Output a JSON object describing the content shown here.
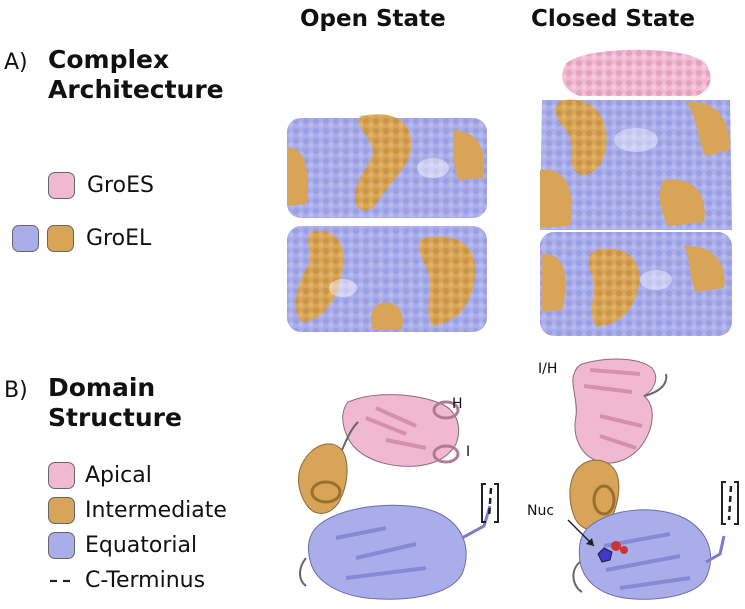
{
  "headers": {
    "open": "Open State",
    "closed": "Closed State"
  },
  "panel_a": {
    "letter": "A)",
    "title_line1": "Complex",
    "title_line2": "Architecture",
    "legend": [
      {
        "label": "GroES",
        "colors": [
          "#f1b9d1"
        ]
      },
      {
        "label": "GroEL",
        "colors": [
          "#a9aeeb",
          "#d8a458"
        ]
      }
    ]
  },
  "panel_b": {
    "letter": "B)",
    "title_line1": "Domain",
    "title_line2": "Structure",
    "legend": [
      {
        "label": "Apical",
        "color": "#f1b9d1"
      },
      {
        "label": "Intermediate",
        "color": "#d8a458"
      },
      {
        "label": "Equatorial",
        "color": "#a9aeeb"
      }
    ],
    "cterm_label": "C-Terminus",
    "annotations": {
      "h": "H",
      "i": "I",
      "ih": "I/H",
      "nuc": "Nuc"
    }
  },
  "colors": {
    "apical": "#f1b9d1",
    "intermediate": "#d8a458",
    "equatorial": "#a9aeeb",
    "dark_line": "#555555"
  }
}
